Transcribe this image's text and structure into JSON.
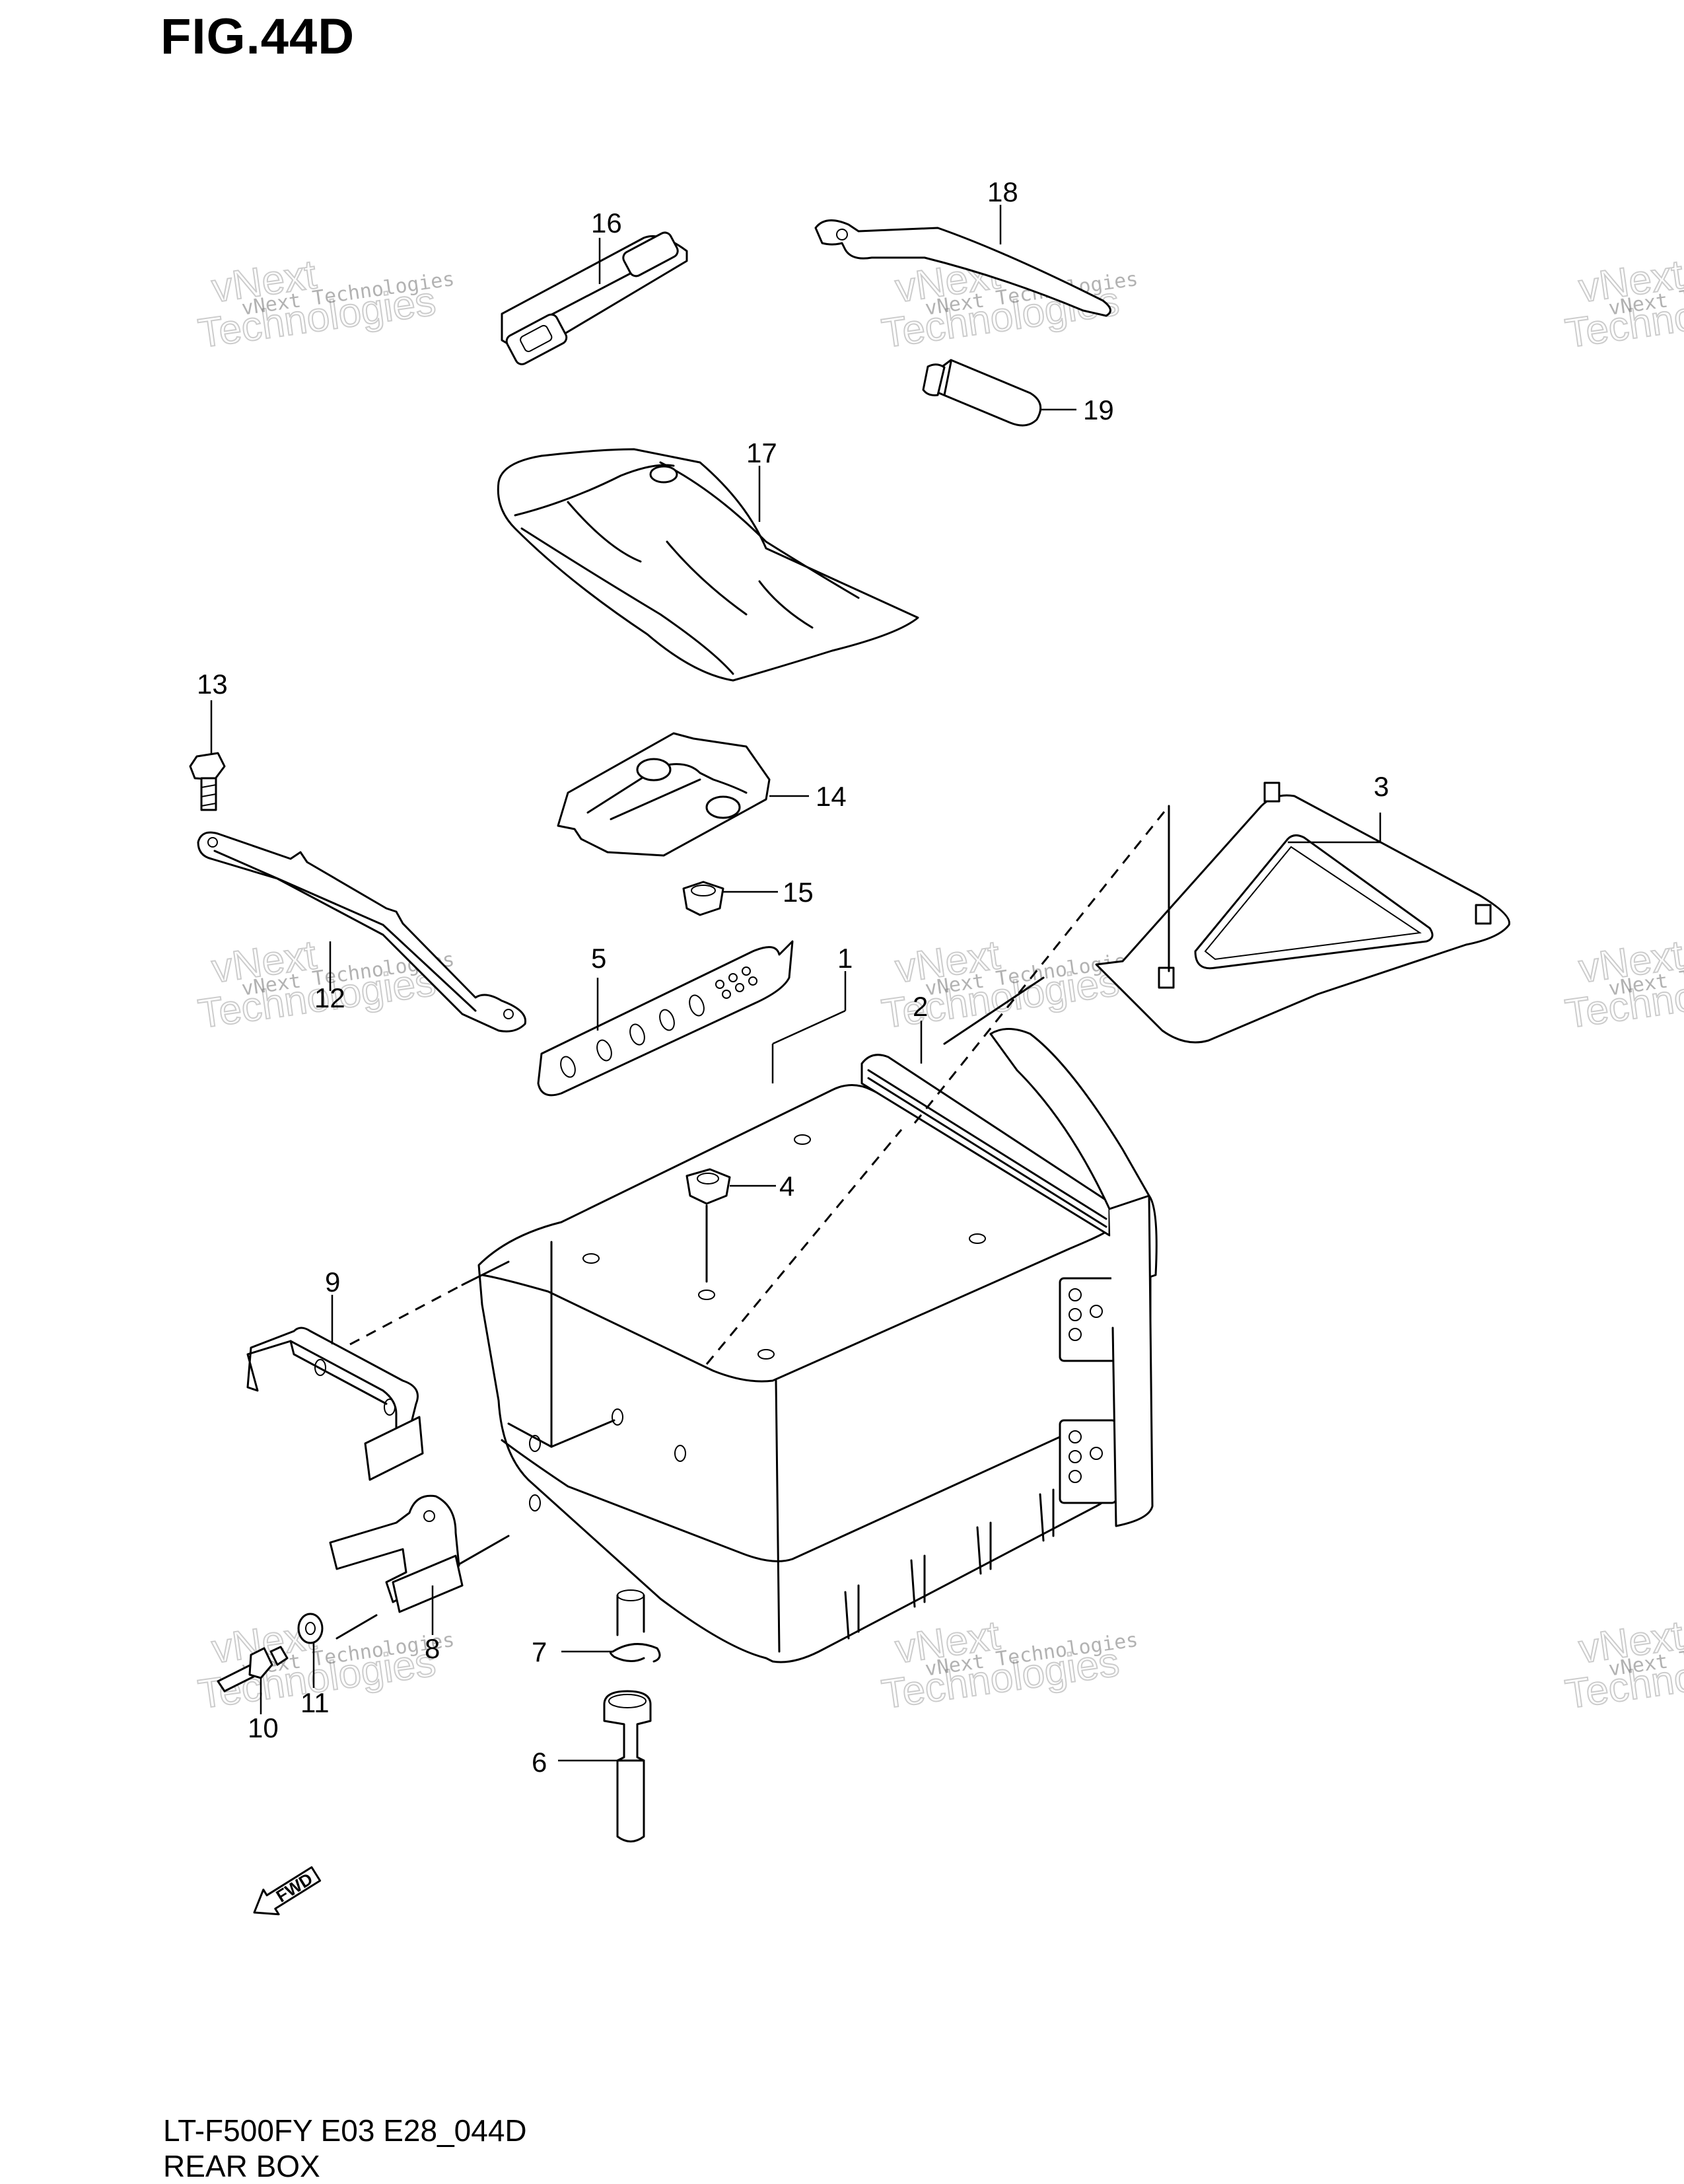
{
  "figure": {
    "title": "FIG.44D",
    "model_code": "LT-F500FY E03 E28_044D",
    "assembly_name": "REAR BOX"
  },
  "callouts": [
    "1",
    "2",
    "3",
    "4",
    "5",
    "6",
    "7",
    "8",
    "9",
    "10",
    "11",
    "12",
    "13",
    "14",
    "15",
    "16",
    "17",
    "18",
    "19"
  ],
  "direction_marker": "FWD",
  "watermark": {
    "small_text": "vNext Technologies",
    "large_line1": "vNext",
    "large_line2": "Technologies"
  }
}
